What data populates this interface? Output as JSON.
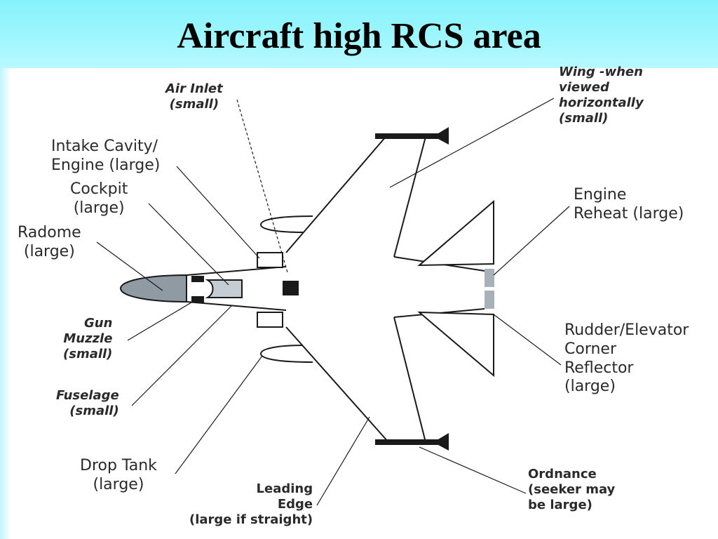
{
  "title": "Aircraft high RCS area",
  "labels": {
    "air_inlet": [
      "Air Inlet",
      "(small)"
    ],
    "intake_cavity": [
      "Intake Cavity/",
      "Engine (large)"
    ],
    "cockpit": [
      "Cockpit",
      "(large)"
    ],
    "radome": [
      "Radome",
      "(large)"
    ],
    "gun_muzzle": [
      "Gun",
      "Muzzle",
      "(small)"
    ],
    "fuselage": [
      "Fuselage",
      "(small)"
    ],
    "drop_tank": [
      "Drop Tank",
      "(large)"
    ],
    "leading_edge": [
      "Leading",
      "Edge",
      "(large if straight)"
    ],
    "wing": [
      "Wing -when",
      "viewed",
      "horizontally",
      "(small)"
    ],
    "engine_reheat": [
      "Engine",
      "Reheat (large)"
    ],
    "rudder_elevator": [
      "Rudder/Elevator",
      "Corner",
      "Reflector",
      "(large)"
    ],
    "ordnance": [
      "Ordnance",
      "(seeker may",
      "be large)"
    ]
  },
  "colors": {
    "title_band": "#9ef6fd",
    "radome_fill": "#8f9aa3",
    "cockpit_fill": "#c4cdd3",
    "line": "#1a1a1a"
  }
}
